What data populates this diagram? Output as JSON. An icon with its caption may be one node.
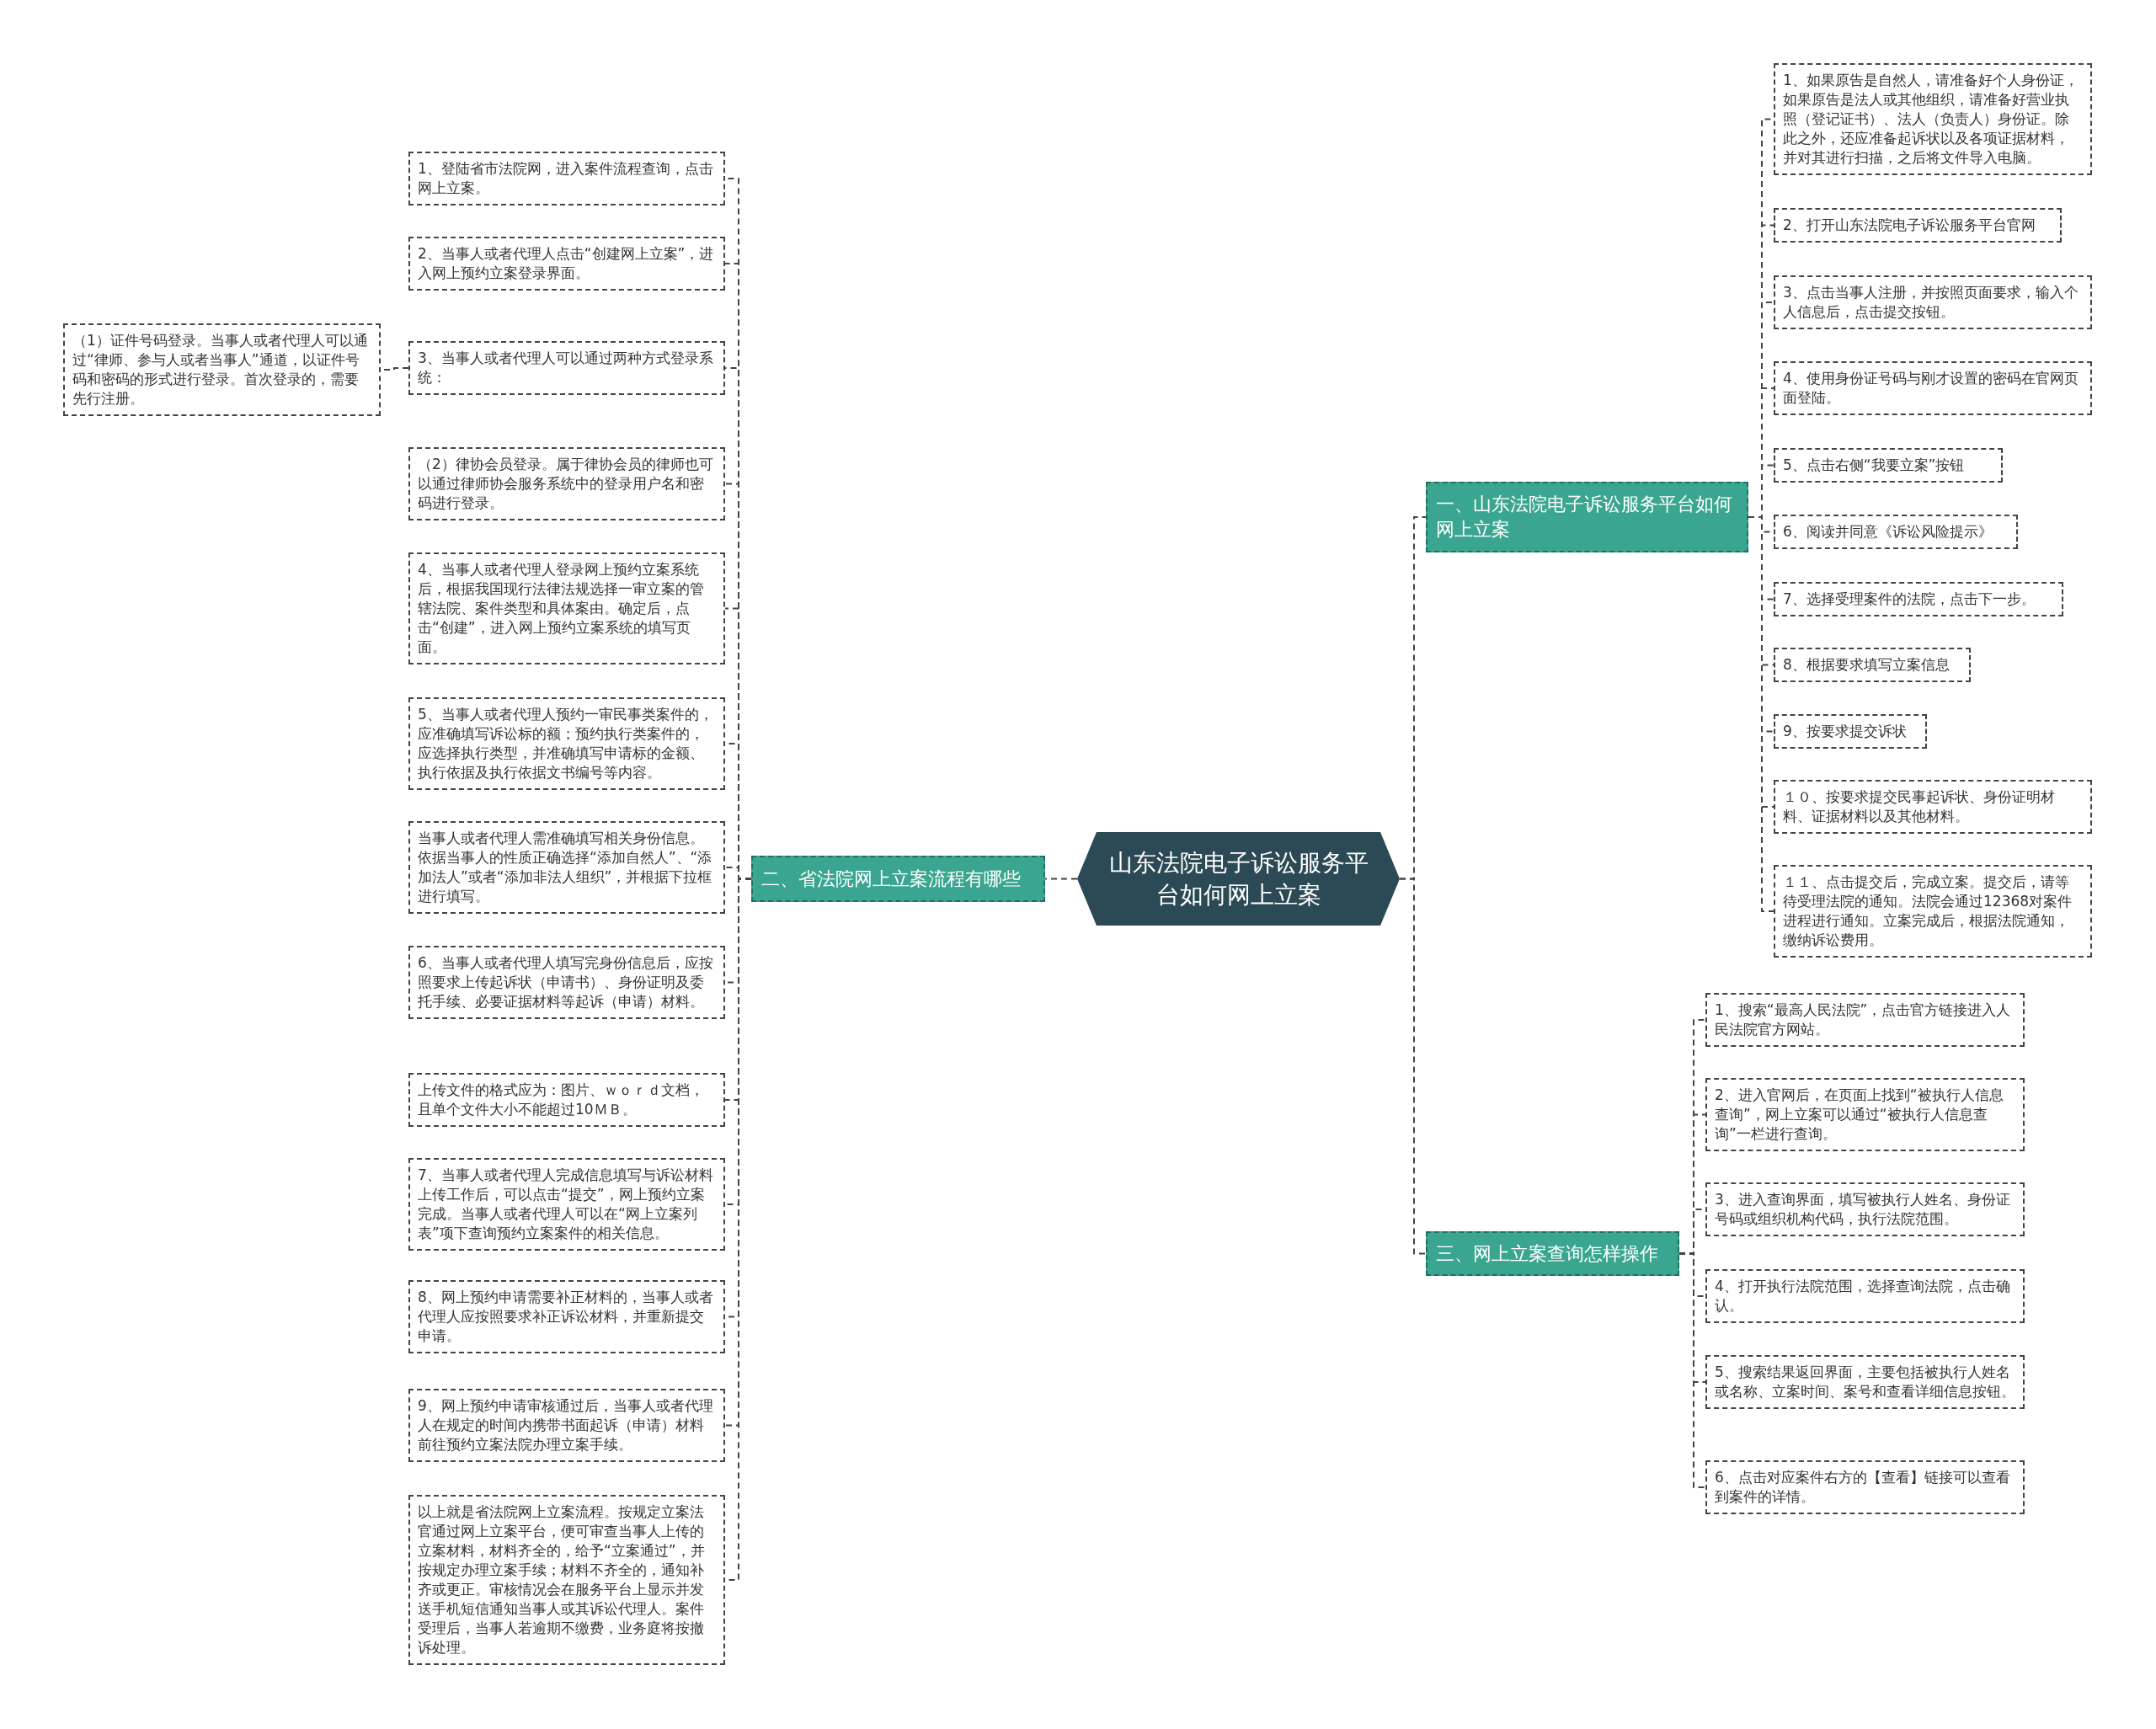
{
  "diagram": {
    "nodes": [
      {
        "text": [
          "山东法院电子诉讼服务平台如何网上立案"
        ]
      },
      {
        "text": [
          "一、山东法院电子诉讼服务平台如何网上立案"
        ]
      },
      {
        "text": [
          "1、如果原告是自然人，请准备好个人身份证，如果原告是法人或其他组织，请准备好营业执照（登记证书）、法人（负责人）身份证。除此之外，还应准备起诉状以及各项证据材料，并对其进行扫描，之后将文件导入电脑。"
        ]
      },
      {
        "text": [
          "2、打开山东法院电子诉讼服务平台官网"
        ]
      },
      {
        "text": [
          "3、点击当事人注册，并按照页面要求，输入个人信息后，点击提交按钮。"
        ]
      },
      {
        "text": [
          "4、使用身份证号码与刚才设置的密码在官网页面登陆。"
        ]
      },
      {
        "text": [
          "5、点击右侧“我要立案”按钮"
        ]
      },
      {
        "text": [
          "6、阅读并同意《诉讼风险提示》"
        ]
      },
      {
        "text": [
          "7、选择受理案件的法院，点击下一步。"
        ]
      },
      {
        "text": [
          "8、根据要求填写立案信息"
        ]
      },
      {
        "text": [
          "9、按要求提交诉状"
        ]
      },
      {
        "text": [
          "１０、按要求提交民事起诉状、身份证明材料、证据材料以及其他材料。"
        ]
      },
      {
        "text": [
          "１１、点击提交后，完成立案。提交后，请等待受理法院的通知。法院会通过12368对案件进程进行通知。立案完成后，根据法院通知，缴纳诉讼费用。"
        ]
      },
      {
        "text": [
          "二、省法院网上立案流程有哪些"
        ]
      },
      {
        "text": [
          "1、登陆省市法院网，进入案件流程查询，点击网上立案。"
        ]
      },
      {
        "text": [
          "2、当事人或者代理人点击“创建网上立案”，进入网上预约立案登录界面。"
        ]
      },
      {
        "text": [
          "3、当事人或者代理人可以通过两种方式登录系统："
        ]
      },
      {
        "text": [
          "（1）证件号码登录。当事人或者代理人可以通过“律师、参与人或者当事人”通道，以证件号码和密码的形式进行登录。首次登录的，需要先行注册。"
        ]
      },
      {
        "text": [
          "（2）律协会员登录。属于律协会员的律师也可以通过律师协会服务系统中的登录用户名和密码进行登录。"
        ]
      },
      {
        "text": [
          "4、当事人或者代理人登录网上预约立案系统后，根据我国现行法律法规选择一审立案的管辖法院、案件类型和具体案由。确定后，点击“创建”，进入网上预约立案系统的填写页面。"
        ]
      },
      {
        "text": [
          "5、当事人或者代理人预约一审民事类案件的，应准确填写诉讼标的额；预约执行类案件的，应选择执行类型，并准确填写申请标的金额、执行依据及执行依据文书编号等内容。"
        ]
      },
      {
        "text": [
          "当事人或者代理人需准确填写相关身份信息。依据当事人的性质正确选择“添加自然人”、“添加法人”或者“添加非法人组织”，并根据下拉框进行填写。"
        ]
      },
      {
        "text": [
          "6、当事人或者代理人填写完身份信息后，应按照要求上传起诉状（申请书）、身份证明及委托手续、必要证据材料等起诉（申请）材料。"
        ]
      },
      {
        "text": [
          "上传文件的格式应为：图片、ｗｏｒｄ文档，且单个文件大小不能超过10ＭＢ。"
        ]
      },
      {
        "text": [
          "7、当事人或者代理人完成信息填写与诉讼材料上传工作后，可以点击“提交”，网上预约立案完成。当事人或者代理人可以在“网上立案列表”项下查询预约立案案件的相关信息。"
        ]
      },
      {
        "text": [
          "8、网上预约申请需要补正材料的，当事人或者代理人应按照要求补正诉讼材料，并重新提交申请。"
        ]
      },
      {
        "text": [
          "9、网上预约申请审核通过后，当事人或者代理人在规定的时间内携带书面起诉（申请）材料前往预约立案法院办理立案手续。"
        ]
      },
      {
        "text": [
          "以上就是省法院网上立案流程。按规定立案法官通过网上立案平台，便可审查当事人上传的立案材料，材料齐全的，给予“立案通过”，并按规定办理立案手续；材料不齐全的，通知补齐或更正。审核情况会在服务平台上显示并发送手机短信通知当事人或其诉讼代理人。案件受理后，当事人若逾期不缴费，业务庭将按撤诉处理。"
        ]
      },
      {
        "text": [
          "三、网上立案查询怎样操作"
        ]
      },
      {
        "text": [
          "1、搜索“最高人民法院”，点击官方链接进入人民法院官方网站。"
        ]
      },
      {
        "text": [
          "2、进入官网后，在页面上找到“被执行人信息查询”，网上立案可以通过“被执行人信息查询”一栏进行查询。"
        ]
      },
      {
        "text": [
          "3、进入查询界面，填写被执行人姓名、身份证号码或组织机构代码，执行法院范围。"
        ]
      },
      {
        "text": [
          "4、打开执行法院范围，选择查询法院，点击确认。"
        ]
      },
      {
        "text": [
          "5、搜索结果返回界面，主要包括被执行人姓名或名称、立案时间、案号和查看详细信息按钮。"
        ]
      },
      {
        "text": [
          "6、点击对应案件右方的【查看】链接可以查看到案件的详情。"
        ]
      }
    ],
    "edges": [
      {
        "from": 0,
        "to": 1,
        "arrow": "none"
      },
      {
        "from": 1,
        "to": 2,
        "arrow": "none"
      },
      {
        "from": 1,
        "to": 3,
        "arrow": "none"
      },
      {
        "from": 1,
        "to": 4,
        "arrow": "none"
      },
      {
        "from": 1,
        "to": 5,
        "arrow": "none"
      },
      {
        "from": 1,
        "to": 6,
        "arrow": "none"
      },
      {
        "from": 1,
        "to": 7,
        "arrow": "none"
      },
      {
        "from": 1,
        "to": 8,
        "arrow": "none"
      },
      {
        "from": 1,
        "to": 9,
        "arrow": "none"
      },
      {
        "from": 1,
        "to": 10,
        "arrow": "none"
      },
      {
        "from": 1,
        "to": 11,
        "arrow": "none"
      },
      {
        "from": 1,
        "to": 12,
        "arrow": "none"
      },
      {
        "from": 0,
        "to": 13,
        "arrow": "none"
      },
      {
        "from": 13,
        "to": 14,
        "arrow": "none"
      },
      {
        "from": 13,
        "to": 15,
        "arrow": "none"
      },
      {
        "from": 13,
        "to": 16,
        "arrow": "none"
      },
      {
        "from": 16,
        "to": 17,
        "arrow": "none"
      },
      {
        "from": 13,
        "to": 18,
        "arrow": "none"
      },
      {
        "from": 13,
        "to": 19,
        "arrow": "none"
      },
      {
        "from": 13,
        "to": 20,
        "arrow": "none"
      },
      {
        "from": 13,
        "to": 21,
        "arrow": "none"
      },
      {
        "from": 13,
        "to": 22,
        "arrow": "none"
      },
      {
        "from": 13,
        "to": 23,
        "arrow": "none"
      },
      {
        "from": 13,
        "to": 24,
        "arrow": "none"
      },
      {
        "from": 13,
        "to": 25,
        "arrow": "none"
      },
      {
        "from": 13,
        "to": 26,
        "arrow": "none"
      },
      {
        "from": 13,
        "to": 27,
        "arrow": "none"
      },
      {
        "from": 0,
        "to": 28,
        "arrow": "none"
      },
      {
        "from": 28,
        "to": 29,
        "arrow": "none"
      },
      {
        "from": 28,
        "to": 30,
        "arrow": "none"
      },
      {
        "from": 28,
        "to": 31,
        "arrow": "none"
      },
      {
        "from": 28,
        "to": 32,
        "arrow": "none"
      },
      {
        "from": 28,
        "to": 33,
        "arrow": "none"
      },
      {
        "from": 28,
        "to": 34,
        "arrow": "none"
      }
    ]
  }
}
